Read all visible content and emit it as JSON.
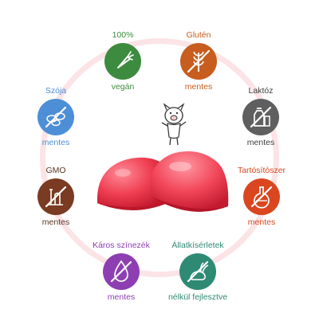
{
  "badges": [
    {
      "id": "vegan",
      "top": "100%",
      "bottom": "vegán",
      "color": "#3c8b3e",
      "text_color": "#3c8b3e",
      "icon": "carrot-icon"
    },
    {
      "id": "gluten",
      "top": "Glutén",
      "bottom": "mentes",
      "color": "#c75d1e",
      "text_color": "#c75d1e",
      "icon": "wheat-icon"
    },
    {
      "id": "laktoz",
      "top": "Laktóz",
      "bottom": "mentes",
      "color": "#5f5f5f",
      "text_color": "#3f3f3f",
      "icon": "milk-icon"
    },
    {
      "id": "tartosito",
      "top": "Tartósítószer",
      "bottom": "mentes",
      "color": "#d9461f",
      "text_color": "#d9461f",
      "icon": "flask-icon"
    },
    {
      "id": "allatkiserlet",
      "top": "Állatkísérletek",
      "bottom": "nélkül fejlesztve",
      "color": "#2f8a74",
      "text_color": "#2f8a74",
      "icon": "rabbit-icon"
    },
    {
      "id": "karos",
      "top": "Káros színezék",
      "bottom": "mentes",
      "color": "#8d3fb2",
      "text_color": "#8d3fb2",
      "icon": "droplet-icon"
    },
    {
      "id": "gmo",
      "top": "GMO",
      "bottom": "mentes",
      "color": "#7a3b22",
      "text_color": "#5a3524",
      "icon": "test-tube-icon"
    },
    {
      "id": "szoja",
      "top": "Szója",
      "bottom": "mentes",
      "color": "#4d8fd6",
      "text_color": "#4d8fd6",
      "icon": "soybean-icon"
    }
  ]
}
